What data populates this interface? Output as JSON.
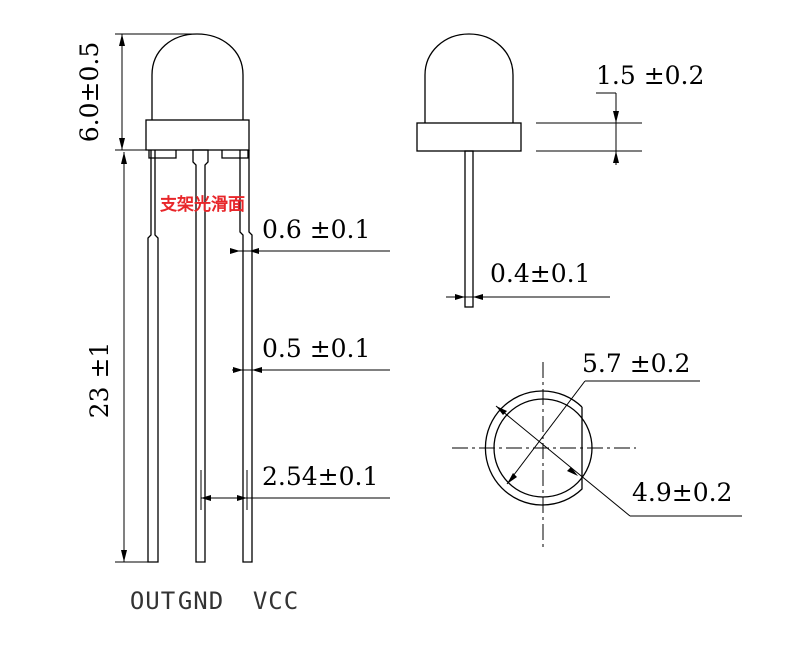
{
  "dimensions": {
    "dome_height": "6.0±0.5",
    "flange_thickness": "1.5 ±0.2",
    "pin_width_upper": "0.6 ±0.1",
    "pin_thickness": "0.4±0.1",
    "pin_width_lower": "0.5 ±0.1",
    "flange_diameter": "5.7 ±0.2",
    "pin_pitch": "2.54±0.1",
    "dome_diameter": "4.9±0.2",
    "lead_length": "23 ±1"
  },
  "pins": {
    "out": "OUT",
    "gnd": "GND",
    "vcc": "VCC"
  },
  "note": "支架光滑面",
  "colors": {
    "line": "#000000",
    "note": "#e8262a",
    "pin_label": "#333333"
  }
}
